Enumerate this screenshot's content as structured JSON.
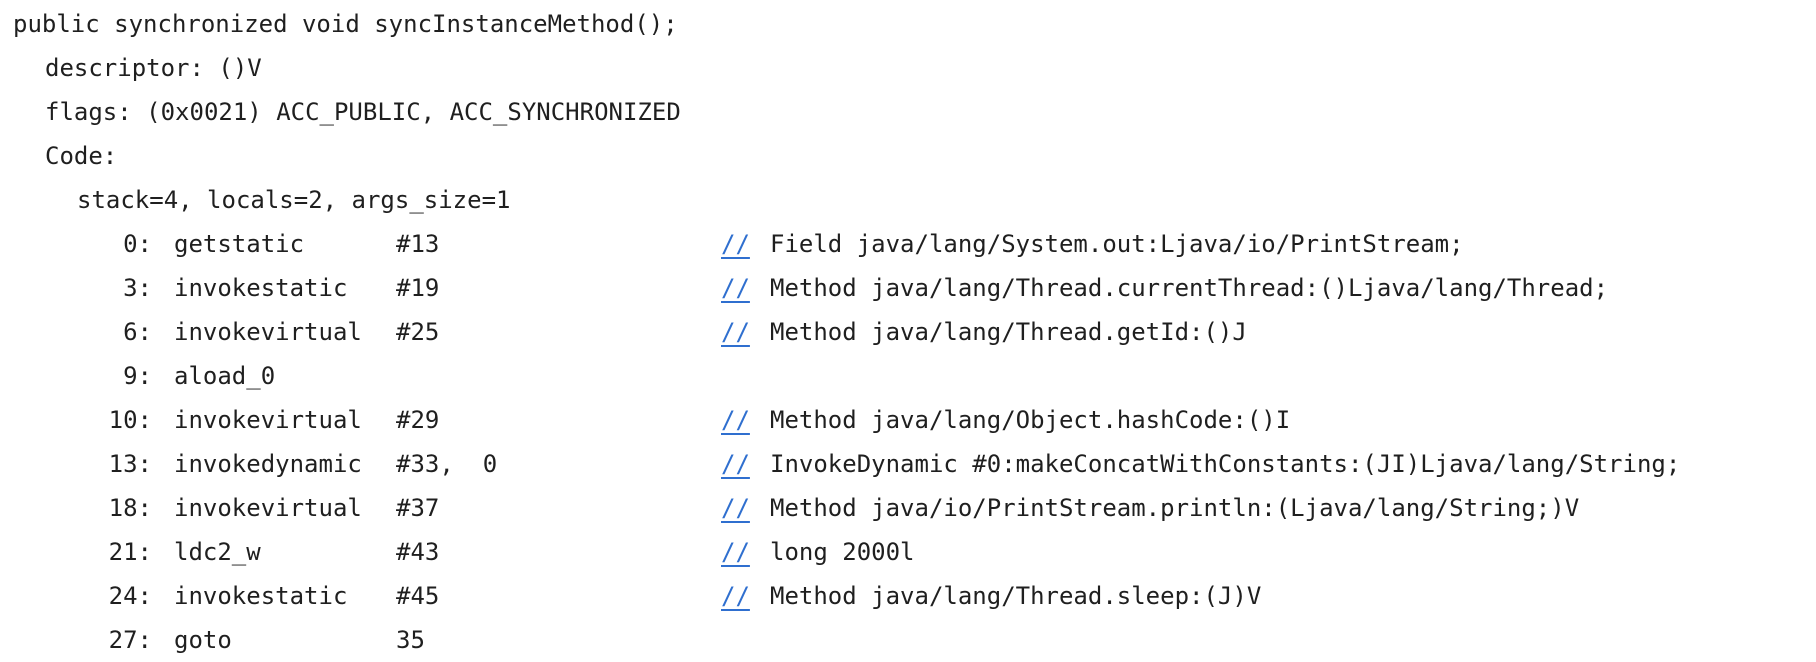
{
  "method_header": "public synchronized void syncInstanceMethod();",
  "descriptor_line": "descriptor: ()V",
  "flags_line": "flags: (0x0021) ACC_PUBLIC, ACC_SYNCHRONIZED",
  "code_line": "Code:",
  "stack_line": "stack=4, locals=2, args_size=1",
  "comment_marker": "//",
  "instructions": [
    {
      "index": "0:",
      "op": "getstatic",
      "arg": "#13",
      "comment": "Field java/lang/System.out:Ljava/io/PrintStream;"
    },
    {
      "index": "3:",
      "op": "invokestatic",
      "arg": "#19",
      "comment": "Method java/lang/Thread.currentThread:()Ljava/lang/Thread;"
    },
    {
      "index": "6:",
      "op": "invokevirtual",
      "arg": "#25",
      "comment": "Method java/lang/Thread.getId:()J"
    },
    {
      "index": "9:",
      "op": "aload_0",
      "arg": "",
      "comment": ""
    },
    {
      "index": "10:",
      "op": "invokevirtual",
      "arg": "#29",
      "comment": "Method java/lang/Object.hashCode:()I"
    },
    {
      "index": "13:",
      "op": "invokedynamic",
      "arg": "#33,  0",
      "comment": "InvokeDynamic #0:makeConcatWithConstants:(JI)Ljava/lang/String;"
    },
    {
      "index": "18:",
      "op": "invokevirtual",
      "arg": "#37",
      "comment": "Method java/io/PrintStream.println:(Ljava/lang/String;)V"
    },
    {
      "index": "21:",
      "op": "ldc2_w",
      "arg": "#43",
      "comment": "long 2000l"
    },
    {
      "index": "24:",
      "op": "invokestatic",
      "arg": "#45",
      "comment": "Method java/lang/Thread.sleep:(J)V"
    },
    {
      "index": "27:",
      "op": "goto",
      "arg": "35",
      "comment": ""
    }
  ]
}
